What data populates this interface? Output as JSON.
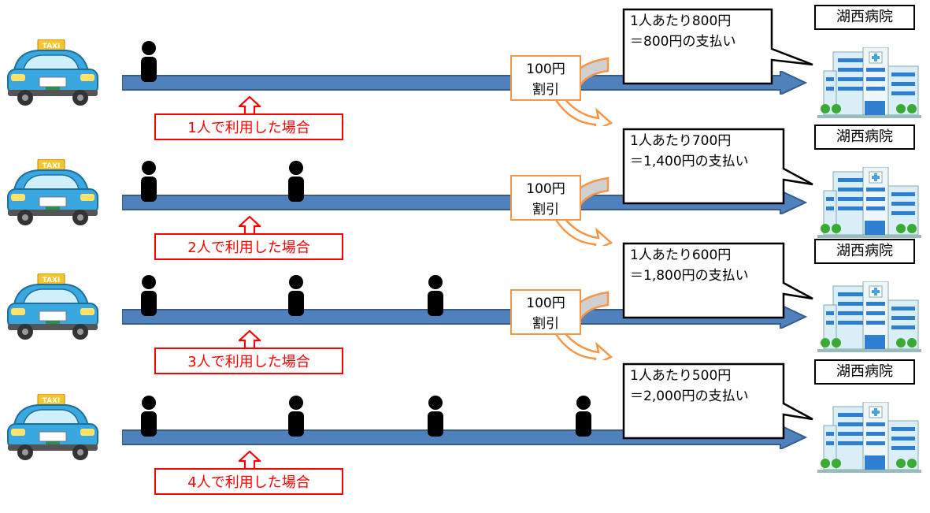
{
  "colors": {
    "road_arrow": "#4F81BD",
    "road_arrow_border": "#385D8A",
    "caption_red": "#FF0000",
    "discount_orange": "#F79646",
    "taxi_blue": "#3AA8E0"
  },
  "icons": {
    "vehicle": "taxi-icon",
    "passenger": "person-icon",
    "destination": "hospital-icon"
  },
  "scenarios": [
    {
      "taxi_sign": "TAXI",
      "passengers": 1,
      "caption": "1人で利用した場合",
      "hospital": "湖西病院",
      "per_person": "1人あたり800円",
      "total": "＝800円の支払い",
      "discount": {
        "amount": "100円",
        "label": "割引"
      }
    },
    {
      "taxi_sign": "TAXI",
      "passengers": 2,
      "caption": "2人で利用した場合",
      "hospital": "湖西病院",
      "per_person": "1人あたり700円",
      "total": "＝1,400円の支払い",
      "discount": {
        "amount": "100円",
        "label": "割引"
      }
    },
    {
      "taxi_sign": "TAXI",
      "passengers": 3,
      "caption": "3人で利用した場合",
      "hospital": "湖西病院",
      "per_person": "1人あたり600円",
      "total": "＝1,800円の支払い",
      "discount": {
        "amount": "100円",
        "label": "割引"
      }
    },
    {
      "taxi_sign": "TAXI",
      "passengers": 4,
      "caption": "4人で利用した場合",
      "hospital": "湖西病院",
      "per_person": "1人あたり500円",
      "total": "＝2,000円の支払い",
      "discount": null
    }
  ]
}
